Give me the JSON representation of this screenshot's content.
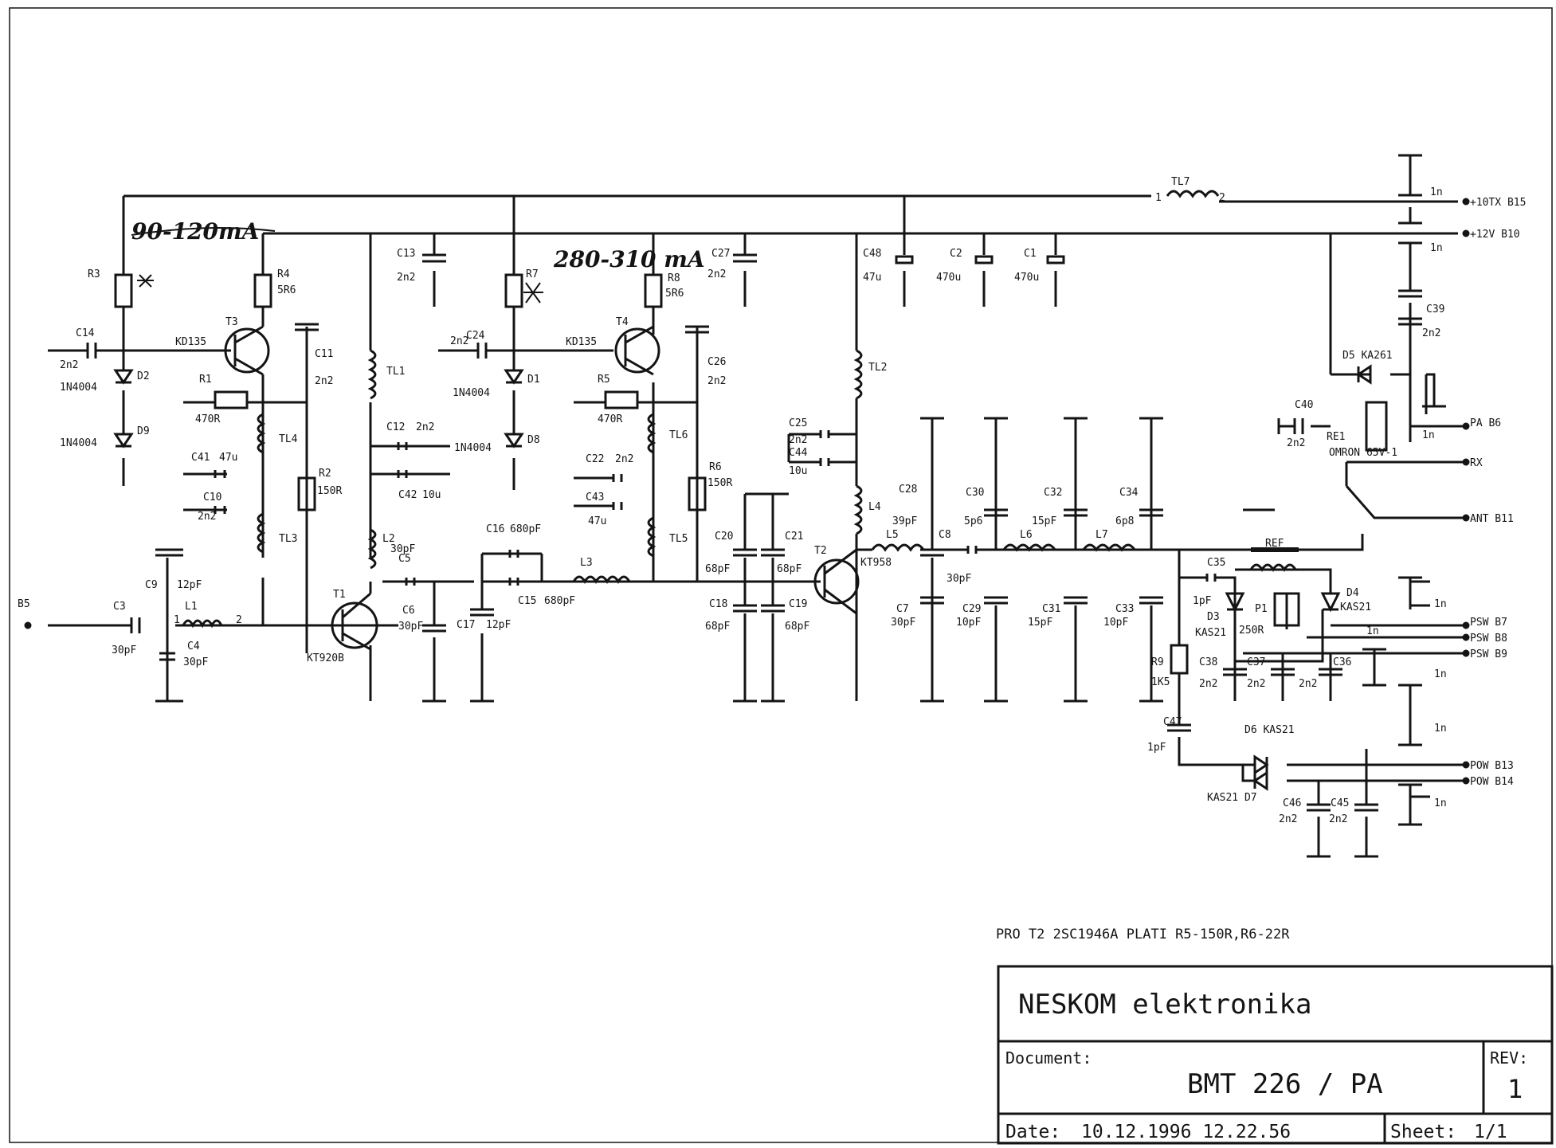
{
  "schematic": {
    "handwritten": {
      "t3_current": "90-120mA",
      "t4_current": "280-310 mA"
    },
    "rails": {
      "tx": "+10TX B15",
      "v12": "+12V B10"
    },
    "connectors": {
      "b5": "B5",
      "pa": "PA B6",
      "rx": "RX",
      "ant": "ANT B11",
      "psw7": "PSW B7",
      "psw8": "PSW B8",
      "psw9": "PSW B9",
      "pow13": "POW B13",
      "pow14": "POW B14"
    },
    "transistors": [
      {
        "ref": "T3",
        "part": "KD135"
      },
      {
        "ref": "T4",
        "part": "KD135"
      },
      {
        "ref": "T1",
        "part": "KT920B"
      },
      {
        "ref": "T2",
        "part": "KT958"
      }
    ],
    "relay": {
      "ref": "RE1",
      "part": "OMRON 65V-1"
    },
    "ref_label": "REF",
    "labels": {
      "r3": "R3",
      "r4": "R4",
      "r4v": "5R6",
      "r1": "R1",
      "r1v": "470R",
      "r2": "R2",
      "r2v": "150R",
      "r7": "R7",
      "r8": "R8",
      "r8v": "5R6",
      "r5": "R5",
      "r5v": "470R",
      "r6": "R6",
      "r6v": "150R",
      "r9": "R9",
      "r9v": "1K5",
      "p1": "P1",
      "p1v": "250R",
      "c14": "C14",
      "c14v": "2n2",
      "c11": "C11",
      "c11v": "2n2",
      "c41": "C41",
      "c41v": "47u",
      "c10": "C10",
      "c10v": "2n2",
      "c9": "C9",
      "c9v": "12pF",
      "c3": "C3",
      "c3v": "30pF",
      "c4": "C4",
      "c4v": "30pF",
      "c13": "C13",
      "c13v": "2n2",
      "c24": "C24",
      "c24v": "2n2",
      "c12": "C12",
      "c12v": "2n2",
      "c42": "C42",
      "c42v": "10u",
      "c5": "C5",
      "c5v": "30pF",
      "c6": "C6",
      "c6v": "30pF",
      "c16": "C16",
      "c16v": "680pF",
      "c15": "C15",
      "c15v": "680pF",
      "c17": "C17",
      "c17v": "12pF",
      "c22": "C22",
      "c22v": "2n2",
      "c43": "C43",
      "c43v": "47u",
      "c27": "C27",
      "c27v": "2n2",
      "c26": "C26",
      "c26v": "2n2",
      "c20": "C20",
      "c20v": "68pF",
      "c21": "C21",
      "c21v": "68pF",
      "c18": "C18",
      "c18v": "68pF",
      "c19": "C19",
      "c19v": "68pF",
      "c48": "C48",
      "c48v": "47u",
      "c2": "C2",
      "c2v": "470u",
      "c1": "C1",
      "c1v": "470u",
      "c25": "C25",
      "c25v": "2n2",
      "c44": "C44",
      "c44v": "10u",
      "c28": "C28",
      "c28v": "39pF",
      "c8": "C8",
      "c8v": "30pF",
      "c7": "C7",
      "c7v": "30pF",
      "c30": "C30",
      "c30v": "5p6",
      "c29": "C29",
      "c29v": "10pF",
      "c32": "C32",
      "c32v": "15pF",
      "c31": "C31",
      "c31v": "15pF",
      "c34": "C34",
      "c34v": "6p8",
      "c33": "C33",
      "c33v": "10pF",
      "c35": "C35",
      "c35v": "1pF",
      "c38": "C38",
      "c38v": "2n2",
      "c37": "C37",
      "c37v": "2n2",
      "c36": "C36",
      "c36v": "2n2",
      "c47": "C47",
      "c47v": "1pF",
      "c46": "C46",
      "c46v": "2n2",
      "c45": "C45",
      "c45v": "2n2",
      "c39": "C39",
      "c39v": "2n2",
      "c40": "C40",
      "c40v": "2n2",
      "l1": "L1",
      "l2": "L2",
      "l3": "L3",
      "l4": "L4",
      "l5": "L5",
      "l6": "L6",
      "l7": "L7",
      "tl1": "TL1",
      "tl2": "TL2",
      "tl3": "TL3",
      "tl4": "TL4",
      "tl5": "TL5",
      "tl6": "TL6",
      "tl7": "TL7",
      "d2": "D2",
      "d9": "D9",
      "d1": "D1",
      "d8": "D8",
      "dpart": "1N4004",
      "d5": "D5 KA261",
      "d3": "D3",
      "d4": "D4",
      "kas21": "KAS21",
      "d6": "D6 KAS21",
      "d7": "KAS21 D7",
      "one_n": "1n",
      "pin1": "1",
      "pin2": "2"
    }
  },
  "note": "PRO T2 2SC1946A PLATI R5-150R,R6-22R",
  "title_block": {
    "company": "NESKOM elektronika",
    "document_label": "Document:",
    "document_value": "BMT 226 / PA",
    "rev_label": "REV:",
    "rev_value": "1",
    "date_label": "Date:",
    "date_value": "10.12.1996 12.22.56",
    "sheet_label": "Sheet:",
    "sheet_value": "1/1"
  }
}
